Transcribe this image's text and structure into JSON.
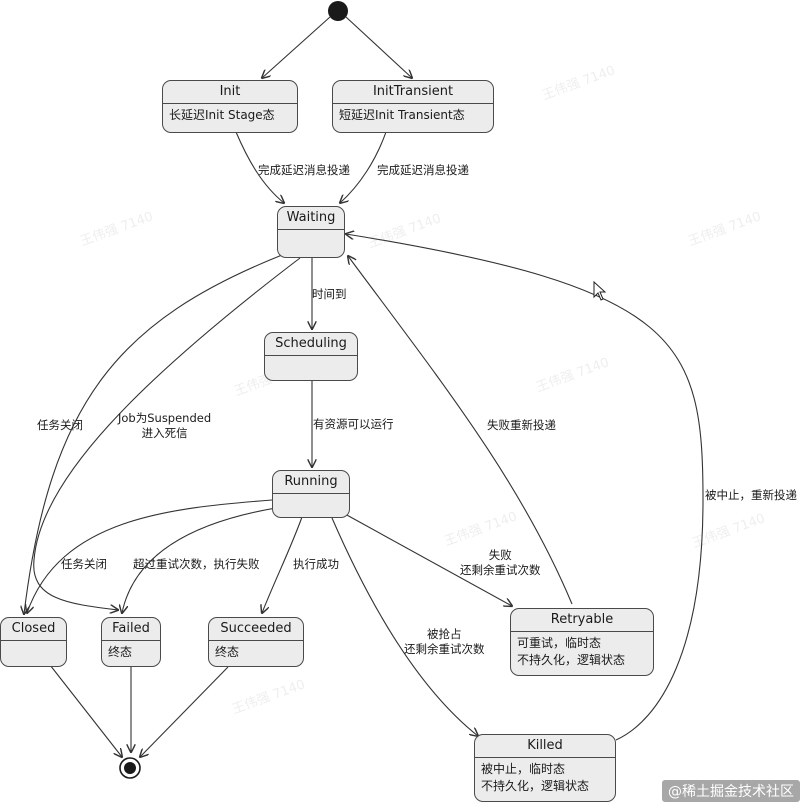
{
  "states": {
    "init": {
      "name": "Init",
      "desc": "长延迟Init Stage态"
    },
    "init_transient": {
      "name": "InitTransient",
      "desc": "短延迟Init Transient态"
    },
    "waiting": {
      "name": "Waiting"
    },
    "scheduling": {
      "name": "Scheduling"
    },
    "running": {
      "name": "Running"
    },
    "closed": {
      "name": "Closed"
    },
    "failed": {
      "name": "Failed",
      "desc": "终态"
    },
    "succeeded": {
      "name": "Succeeded",
      "desc": "终态"
    },
    "retryable": {
      "name": "Retryable",
      "desc": [
        "可重试，临时态",
        "不持久化，逻辑状态"
      ]
    },
    "killed": {
      "name": "Killed",
      "desc": [
        "被中止，临时态",
        "不持久化，逻辑状态"
      ]
    }
  },
  "transitions": {
    "init_to_waiting": "完成延迟消息投递",
    "transient_to_waiting": "完成延迟消息投递",
    "waiting_to_scheduling": "时间到",
    "waiting_to_closed": "任务关闭",
    "waiting_to_failed": [
      "Job为Suspended",
      "进入死信"
    ],
    "scheduling_to_running": "有资源可以运行",
    "retryable_to_waiting": "失败重新投递",
    "killed_to_waiting": "被中止，重新投递",
    "running_to_closed": "任务关闭",
    "running_to_failed": "超过重试次数，执行失败",
    "running_to_succeeded": "执行成功",
    "running_to_retryable": [
      "失败",
      "还剩余重试次数"
    ],
    "running_to_killed": [
      "被抢占",
      "还剩余重试次数"
    ]
  },
  "watermark": "王伟强 7140",
  "footer": "@稀土掘金技术社区"
}
